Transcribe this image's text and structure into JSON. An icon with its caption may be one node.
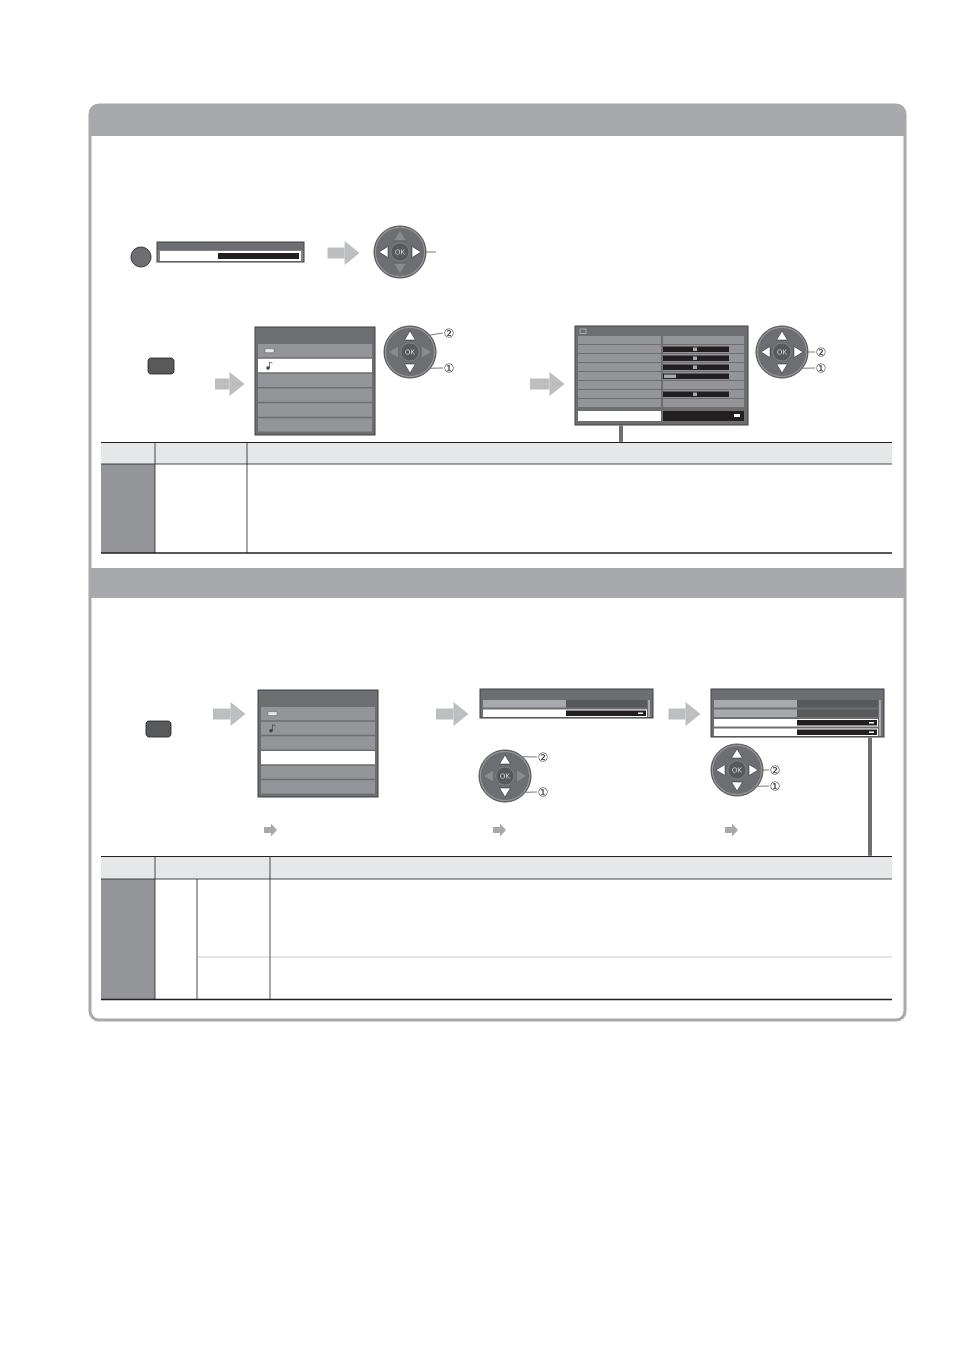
{
  "diagram": {
    "nodes": [
      {
        "text": [],
        "shape": "circle"
      },
      {
        "text": [],
        "shape": "box"
      },
      {
        "text": [
          "OK"
        ]
      },
      {
        "text": [],
        "shape": "box"
      },
      {
        "text": [],
        "shape": "box"
      },
      {
        "text": [
          "OK"
        ]
      },
      {
        "text": [
          "②"
        ]
      },
      {
        "text": [
          "①"
        ]
      },
      {
        "text": [],
        "shape": "box"
      },
      {
        "text": [
          "OK"
        ]
      },
      {
        "text": [
          "②"
        ]
      },
      {
        "text": [
          "①"
        ]
      },
      {
        "text": [],
        "shape": "table"
      },
      {
        "text": [],
        "shape": "box"
      },
      {
        "text": [],
        "shape": "box"
      },
      {
        "text": [],
        "shape": "box"
      },
      {
        "text": [
          "OK"
        ]
      },
      {
        "text": [
          "②"
        ]
      },
      {
        "text": [
          "①"
        ]
      },
      {
        "text": [],
        "shape": "box"
      },
      {
        "text": [
          "OK"
        ]
      },
      {
        "text": [
          "②"
        ]
      },
      {
        "text": [
          "①"
        ]
      },
      {
        "text": [],
        "shape": "table"
      }
    ],
    "edges": [
      {
        "from": 1,
        "to": 2,
        "arrow": "to",
        "style": "thick",
        "color": "#bcbec0"
      },
      {
        "from": 2,
        "to": null,
        "arrow": "none"
      },
      {
        "from": null,
        "to": 4,
        "arrow": "to",
        "style": "thick",
        "color": "#bcbec0"
      },
      {
        "from": 6,
        "to": 5,
        "arrow": "none"
      },
      {
        "from": 7,
        "to": 5,
        "arrow": "none"
      },
      {
        "from": null,
        "to": 8,
        "arrow": "to",
        "style": "thick",
        "color": "#bcbec0"
      },
      {
        "from": 10,
        "to": 9,
        "arrow": "none"
      },
      {
        "from": 11,
        "to": 9,
        "arrow": "none"
      },
      {
        "from": 8,
        "to": 12,
        "arrow": "none",
        "style": "thick",
        "color": "#6d6e71"
      },
      {
        "from": null,
        "to": 14,
        "arrow": "to",
        "style": "thick",
        "color": "#bcbec0"
      },
      {
        "from": null,
        "to": 15,
        "arrow": "to",
        "style": "thick",
        "color": "#bcbec0"
      },
      {
        "from": 15,
        "to": 19,
        "arrow": "to",
        "style": "thick",
        "color": "#bcbec0"
      },
      {
        "from": 17,
        "to": 16,
        "arrow": "none"
      },
      {
        "from": 18,
        "to": 16,
        "arrow": "none"
      },
      {
        "from": 21,
        "to": 20,
        "arrow": "none"
      },
      {
        "from": 22,
        "to": 20,
        "arrow": "none"
      },
      {
        "from": 19,
        "to": 23,
        "arrow": "none",
        "style": "thick",
        "color": "#6d6e71"
      }
    ]
  }
}
